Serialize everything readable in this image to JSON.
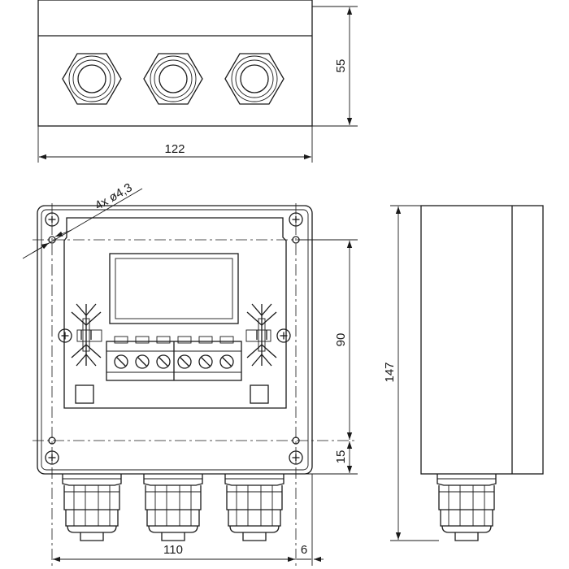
{
  "dimensions": {
    "top_width": "122",
    "top_height": "55",
    "hole_callout": "4x ø4,3",
    "mount_spacing_v": "90",
    "cable_offset": "15",
    "side_height": "147",
    "mount_spacing_h": "110",
    "edge_offset": "6"
  },
  "colors": {
    "line": "#1a1a1a",
    "background": "#ffffff"
  }
}
